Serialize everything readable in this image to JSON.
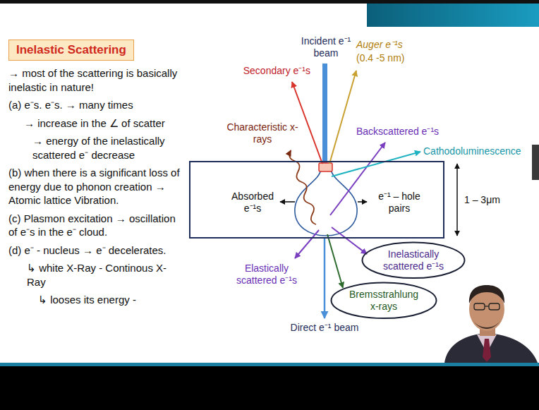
{
  "diagram": {
    "title": "Inelastic Scattering",
    "nodes": [
      {
        "text": [
          "Absorbed e⁻¹s",
          "e⁻¹ – hole pairs"
        ]
      },
      {
        "text": [
          "Inelastically scattered e⁻¹s"
        ]
      },
      {
        "text": [
          "Bremsstrahlung x-rays"
        ]
      }
    ],
    "labels": [
      "Incident e⁻¹ beam",
      "Secondary e⁻¹s",
      "Auger e⁻¹s",
      "(0.4 -5 nm)",
      "Characteristic x-rays",
      "Backscattered e⁻¹s",
      "Cathodoluminescence",
      "1 – 3μm",
      "Elastically scattered e⁻¹s",
      "Direct e⁻¹ beam",
      "→ most of the scattering is basically inelastic in nature!",
      "(a) e⁻s. e⁻s. → many times",
      "→ increase in the ∠ of scatter",
      "→ energy of the inelastically scattered e⁻ decrease",
      "(b) when there is a significant loss of energy due to phonon creation → Atomic lattice Vibration.",
      "(c) Plasmon excitation → oscillation of e⁻s in the e⁻ cloud.",
      "(d) e⁻ - nucleus → e⁻ decelerates.",
      "↳ white X-Ray - Continous X-Ray",
      "↳ looses its energy -"
    ]
  }
}
